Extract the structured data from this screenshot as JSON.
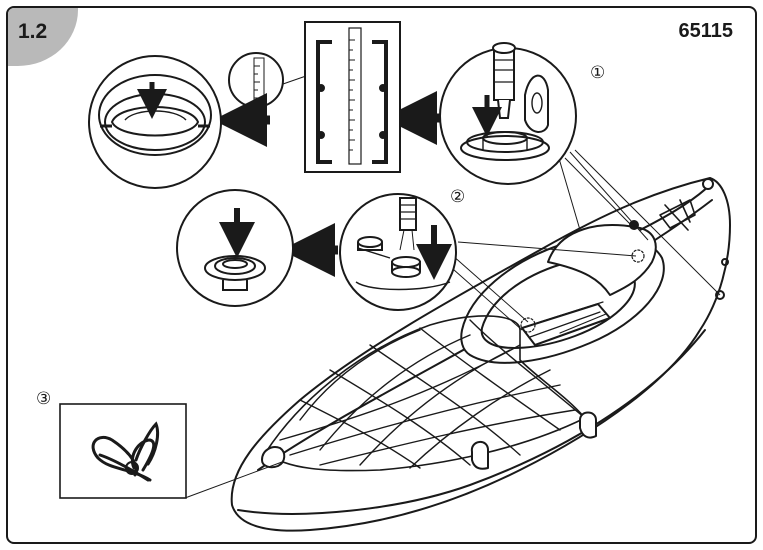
{
  "header": {
    "step_number": "1.2",
    "model_number": "65115"
  },
  "callouts": [
    "①",
    "②",
    "③"
  ],
  "colors": {
    "line": "#1a1a1a",
    "tab": "#b9b9b9",
    "background": "#ffffff"
  },
  "icons": [
    "valve-icon",
    "pump-nozzle-icon",
    "arrow-left-icon",
    "arrow-down-icon",
    "rope-knot-icon",
    "kayak-illustration"
  ]
}
